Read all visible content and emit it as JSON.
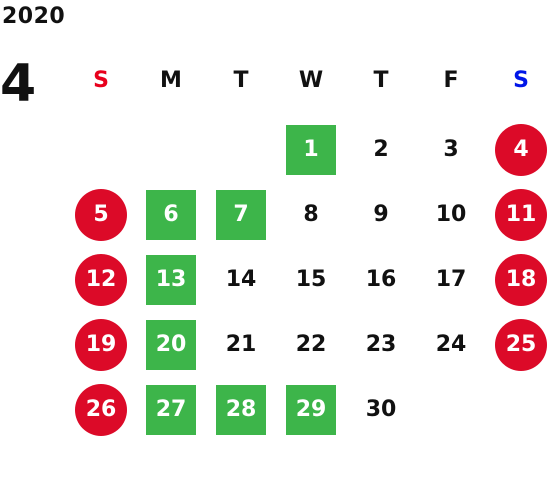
{
  "calendar": {
    "year": "2020",
    "month": "4",
    "weekday_headers": [
      {
        "label": "S",
        "color": "#e8001c"
      },
      {
        "label": "M",
        "color": "#111111"
      },
      {
        "label": "T",
        "color": "#111111"
      },
      {
        "label": "W",
        "color": "#111111"
      },
      {
        "label": "T",
        "color": "#111111"
      },
      {
        "label": "F",
        "color": "#111111"
      },
      {
        "label": "S",
        "color": "#0016e8"
      }
    ],
    "colors": {
      "holiday_circle": "#dc0a28",
      "marked_square": "#3db54a"
    },
    "days": [
      {
        "day": "1",
        "week": 0,
        "col": 3,
        "style": "marked"
      },
      {
        "day": "2",
        "week": 0,
        "col": 4,
        "style": "normal"
      },
      {
        "day": "3",
        "week": 0,
        "col": 5,
        "style": "normal"
      },
      {
        "day": "4",
        "week": 0,
        "col": 6,
        "style": "holiday"
      },
      {
        "day": "5",
        "week": 1,
        "col": 0,
        "style": "holiday"
      },
      {
        "day": "6",
        "week": 1,
        "col": 1,
        "style": "marked"
      },
      {
        "day": "7",
        "week": 1,
        "col": 2,
        "style": "marked"
      },
      {
        "day": "8",
        "week": 1,
        "col": 3,
        "style": "normal"
      },
      {
        "day": "9",
        "week": 1,
        "col": 4,
        "style": "normal"
      },
      {
        "day": "10",
        "week": 1,
        "col": 5,
        "style": "normal"
      },
      {
        "day": "11",
        "week": 1,
        "col": 6,
        "style": "holiday"
      },
      {
        "day": "12",
        "week": 2,
        "col": 0,
        "style": "holiday"
      },
      {
        "day": "13",
        "week": 2,
        "col": 1,
        "style": "marked"
      },
      {
        "day": "14",
        "week": 2,
        "col": 2,
        "style": "normal"
      },
      {
        "day": "15",
        "week": 2,
        "col": 3,
        "style": "normal"
      },
      {
        "day": "16",
        "week": 2,
        "col": 4,
        "style": "normal"
      },
      {
        "day": "17",
        "week": 2,
        "col": 5,
        "style": "normal"
      },
      {
        "day": "18",
        "week": 2,
        "col": 6,
        "style": "holiday"
      },
      {
        "day": "19",
        "week": 3,
        "col": 0,
        "style": "holiday"
      },
      {
        "day": "20",
        "week": 3,
        "col": 1,
        "style": "marked"
      },
      {
        "day": "21",
        "week": 3,
        "col": 2,
        "style": "normal"
      },
      {
        "day": "22",
        "week": 3,
        "col": 3,
        "style": "normal"
      },
      {
        "day": "23",
        "week": 3,
        "col": 4,
        "style": "normal"
      },
      {
        "day": "24",
        "week": 3,
        "col": 5,
        "style": "normal"
      },
      {
        "day": "25",
        "week": 3,
        "col": 6,
        "style": "holiday"
      },
      {
        "day": "26",
        "week": 4,
        "col": 0,
        "style": "holiday"
      },
      {
        "day": "27",
        "week": 4,
        "col": 1,
        "style": "marked"
      },
      {
        "day": "28",
        "week": 4,
        "col": 2,
        "style": "marked"
      },
      {
        "day": "29",
        "week": 4,
        "col": 3,
        "style": "marked"
      },
      {
        "day": "30",
        "week": 4,
        "col": 4,
        "style": "normal"
      }
    ]
  }
}
